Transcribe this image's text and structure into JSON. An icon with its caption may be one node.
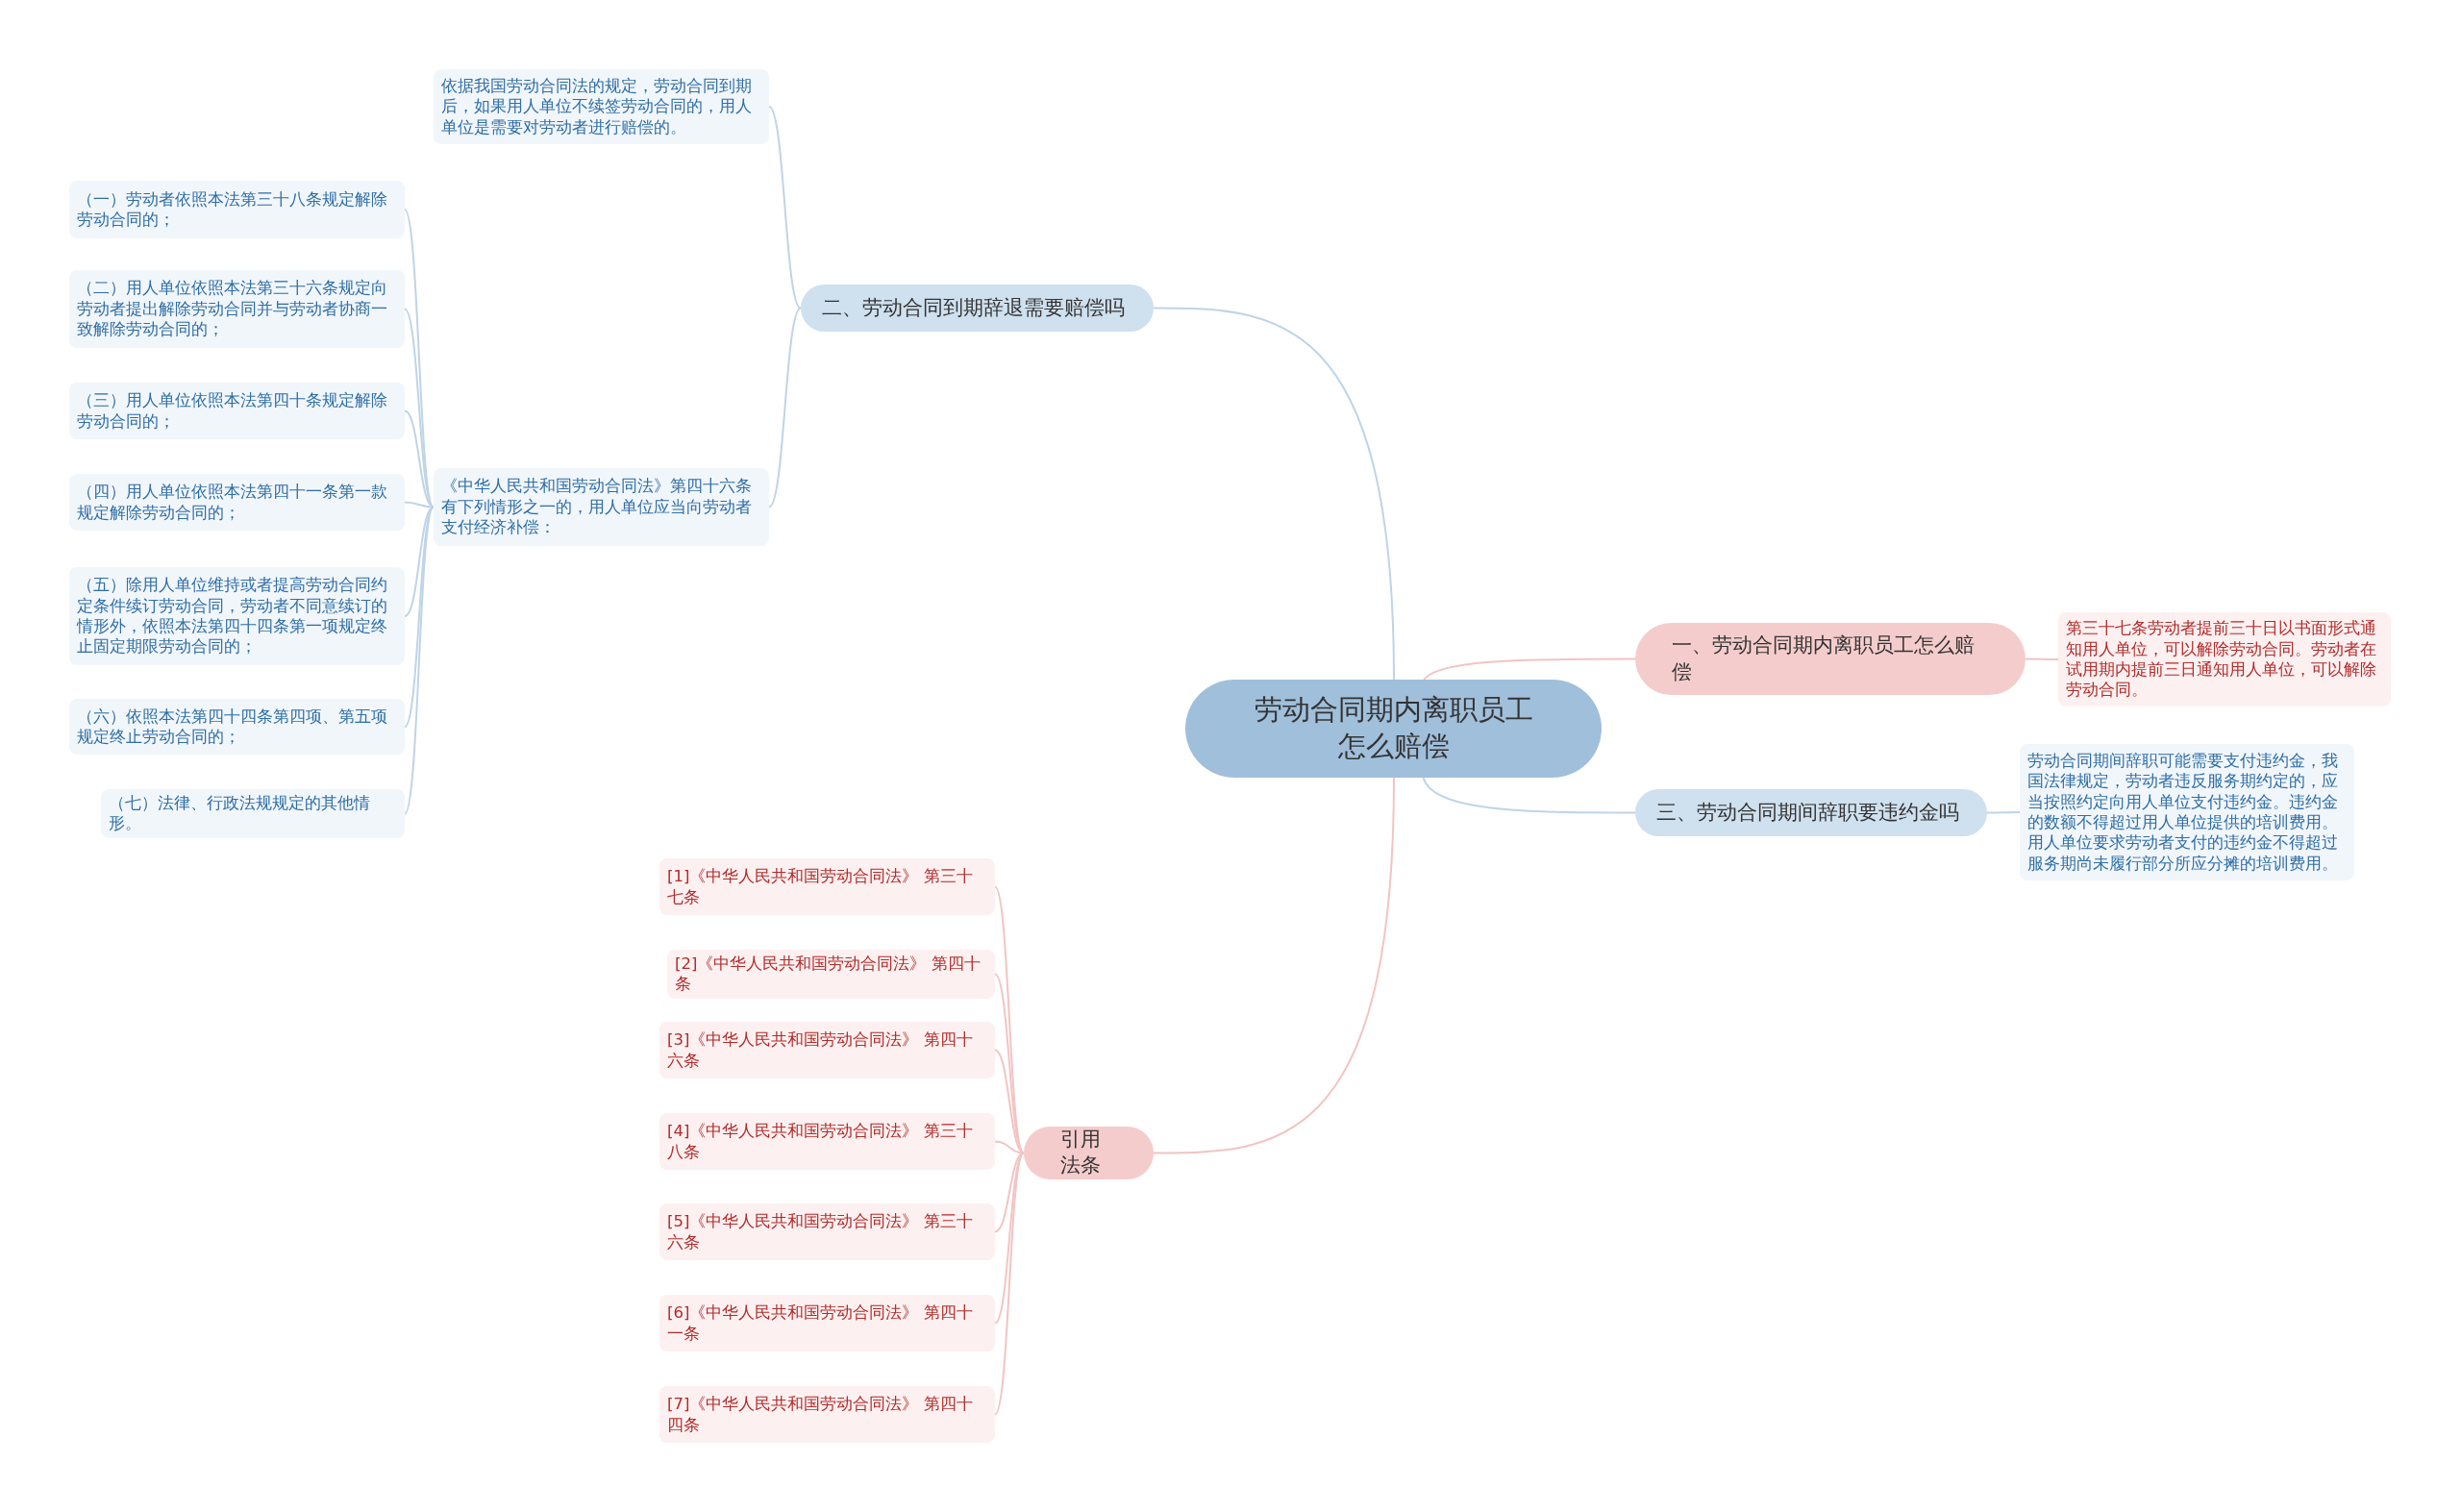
{
  "diagram": {
    "nodes": [
      {
        "text": [
          "劳动合同期内离职员工怎么赔偿"
        ]
      },
      {
        "text": [
          "二、劳动合同到期辞退需要赔偿吗"
        ]
      },
      {
        "text": [
          "依据我国劳动合同法的规定，劳动合同到期后，如果用人单位不续签劳动合同的，用人单位是需要对劳动者进行赔偿的。"
        ]
      },
      {
        "text": [
          "《中华人民共和国劳动合同法》第四十六条有下列情形之一的，用人单位应当向劳动者支付经济补偿："
        ]
      },
      {
        "text": [
          "（一）劳动者依照本法第三十八条规定解除劳动合同的；"
        ]
      },
      {
        "text": [
          "（二）用人单位依照本法第三十六条规定向劳动者提出解除劳动合同并与劳动者协商一致解除劳动合同的；"
        ]
      },
      {
        "text": [
          "（三）用人单位依照本法第四十条规定解除劳动合同的；"
        ]
      },
      {
        "text": [
          "（四）用人单位依照本法第四十一条第一款规定解除劳动合同的；"
        ]
      },
      {
        "text": [
          "（五）除用人单位维持或者提高劳动合同约定条件续订劳动合同，劳动者不同意续订的情形外，依照本法第四十四条第一项规定终止固定期限劳动合同的；"
        ]
      },
      {
        "text": [
          "（六）依照本法第四十四条第四项、第五项规定终止劳动合同的；"
        ]
      },
      {
        "text": [
          "（七）法律、行政法规规定的其他情形。"
        ]
      },
      {
        "text": [
          "一、劳动合同期内离职员工怎么赔偿"
        ]
      },
      {
        "text": [
          "第三十七条劳动者提前三十日以书面形式通知用人单位，可以解除劳动合同。劳动者在试用期内提前三日通知用人单位，可以解除劳动合同。"
        ]
      },
      {
        "text": [
          "三、劳动合同期间辞职要违约金吗"
        ]
      },
      {
        "text": [
          "劳动合同期间辞职可能需要支付违约金，我国法律规定，劳动者违反服务期约定的，应当按照约定向用人单位支付违约金。违约金的数额不得超过用人单位提供的培训费用。用人单位要求劳动者支付的违约金不得超过服务期尚未履行部分所应分摊的培训费用。"
        ]
      },
      {
        "text": [
          "引用法条"
        ]
      },
      {
        "text": [
          "[1]《中华人民共和国劳动合同法》 第三十七条"
        ]
      },
      {
        "text": [
          "[2]《中华人民共和国劳动合同法》 第四十条"
        ]
      },
      {
        "text": [
          "[3]《中华人民共和国劳动合同法》 第四十六条"
        ]
      },
      {
        "text": [
          "[4]《中华人民共和国劳动合同法》 第三十八条"
        ]
      },
      {
        "text": [
          "[5]《中华人民共和国劳动合同法》 第三十六条"
        ]
      },
      {
        "text": [
          "[6]《中华人民共和国劳动合同法》 第四十一条"
        ]
      },
      {
        "text": [
          "[7]《中华人民共和国劳动合同法》 第四十四条"
        ]
      }
    ],
    "edges": [
      {
        "from": 0,
        "to": 1,
        "arrow": "none"
      },
      {
        "from": 1,
        "to": 2,
        "arrow": "none"
      },
      {
        "from": 1,
        "to": 3,
        "arrow": "none"
      },
      {
        "from": 3,
        "to": 4,
        "arrow": "none"
      },
      {
        "from": 3,
        "to": 5,
        "arrow": "none"
      },
      {
        "from": 3,
        "to": 6,
        "arrow": "none"
      },
      {
        "from": 3,
        "to": 7,
        "arrow": "none"
      },
      {
        "from": 3,
        "to": 8,
        "arrow": "none"
      },
      {
        "from": 3,
        "to": 9,
        "arrow": "none"
      },
      {
        "from": 3,
        "to": 10,
        "arrow": "none"
      },
      {
        "from": 0,
        "to": 11,
        "arrow": "none",
        "color": "#f2c4c4"
      },
      {
        "from": 11,
        "to": 12,
        "arrow": "none",
        "color": "#f2c4c4"
      },
      {
        "from": 0,
        "to": 13,
        "arrow": "none"
      },
      {
        "from": 13,
        "to": 14,
        "arrow": "none"
      },
      {
        "from": 0,
        "to": 15,
        "arrow": "none",
        "color": "#f2c4c4"
      },
      {
        "from": 15,
        "to": 16,
        "arrow": "none",
        "color": "#f2c4c4"
      },
      {
        "from": 15,
        "to": 17,
        "arrow": "none",
        "color": "#f2c4c4"
      },
      {
        "from": 15,
        "to": 18,
        "arrow": "none",
        "color": "#f2c4c4"
      },
      {
        "from": 15,
        "to": 19,
        "arrow": "none",
        "color": "#f2c4c4"
      },
      {
        "from": 15,
        "to": 20,
        "arrow": "none",
        "color": "#f2c4c4"
      },
      {
        "from": 15,
        "to": 21,
        "arrow": "none",
        "color": "#f2c4c4"
      },
      {
        "from": 15,
        "to": 22,
        "arrow": "none",
        "color": "#f2c4c4"
      }
    ]
  }
}
